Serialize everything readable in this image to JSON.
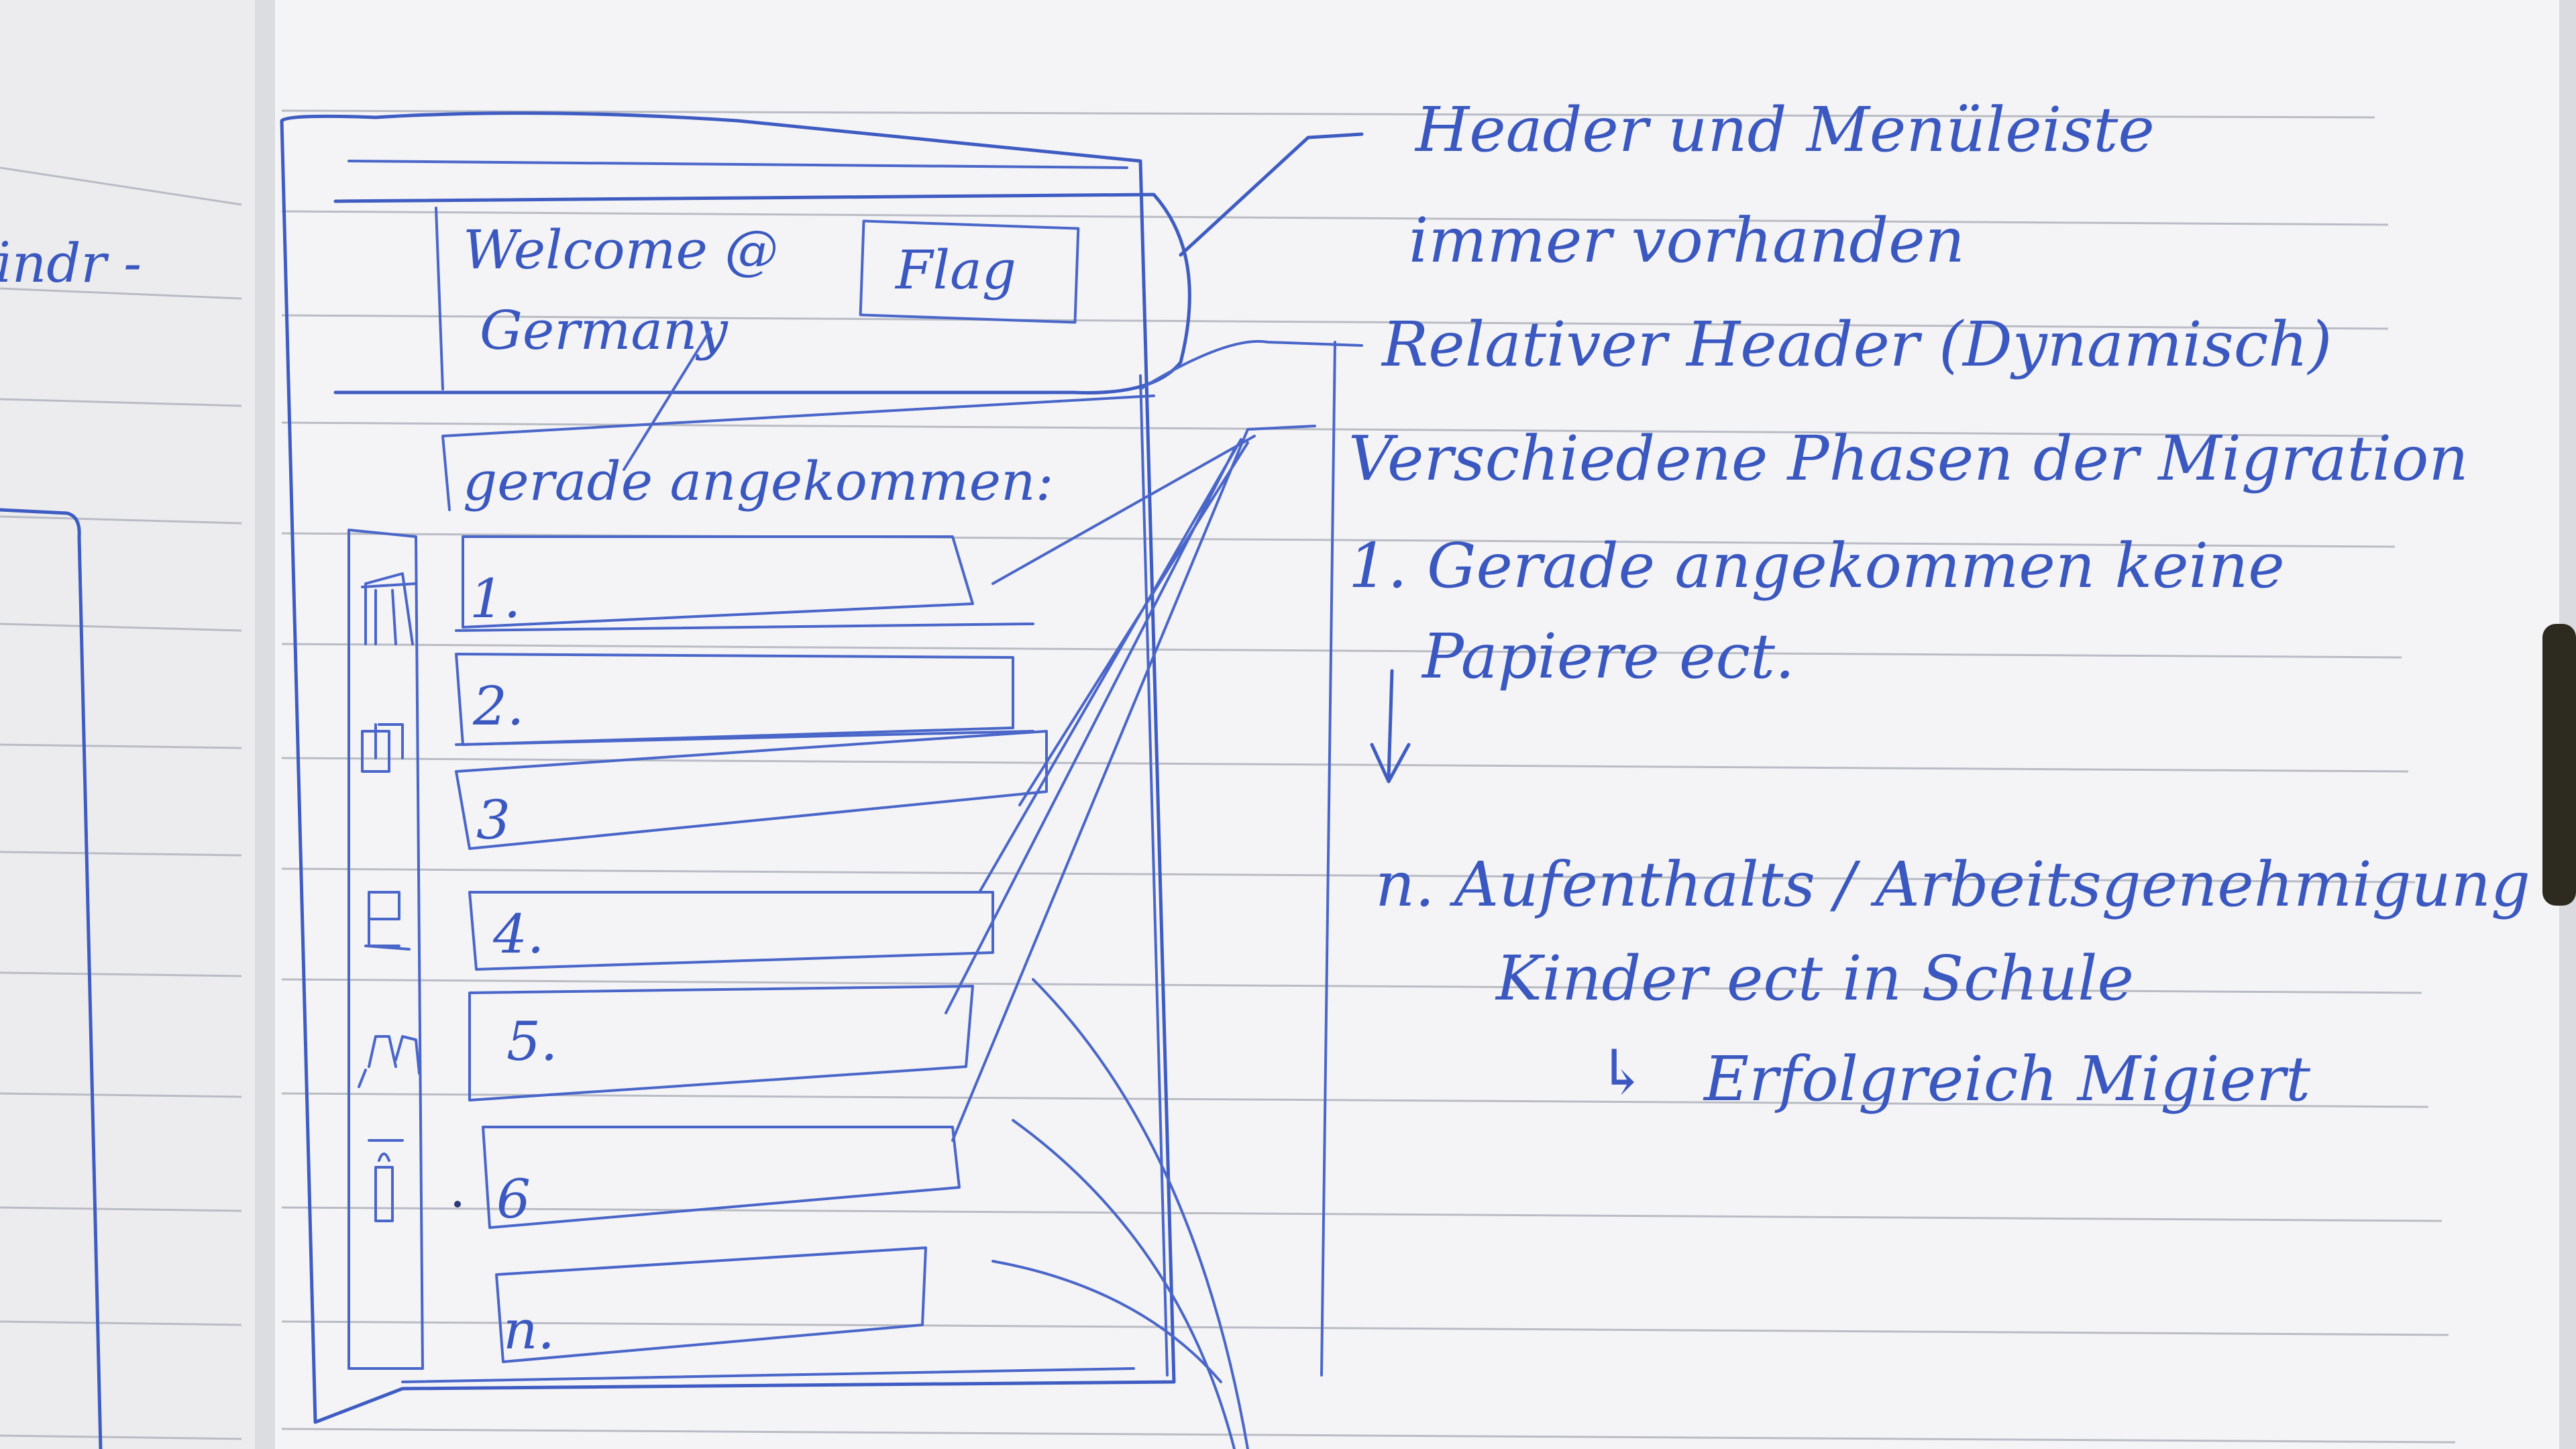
{
  "left_page": {
    "fragment_text": "ändr -"
  },
  "wireframe": {
    "header": {
      "welcome_line1": "Welcome @",
      "welcome_line2": "Germany",
      "flag_label": "Flag"
    },
    "relative_header_text": "gerade angekommen:",
    "phase_items": [
      "1.",
      "2.",
      "3",
      "4.",
      "5.",
      "6",
      "n."
    ],
    "sidebar_icons": [
      "building-icon",
      "documents-icon",
      "stack-icon",
      "family-icon",
      "person-icon"
    ]
  },
  "notes": {
    "header_note_line1": "Header und Menüleiste",
    "header_note_line2": "immer vorhanden",
    "relative_header_note": "Relativer Header (Dynamisch)",
    "phases_note": "Verschiedene Phasen der Migration",
    "phase1_line1": "1. Gerade angekommen keine",
    "phase1_line2": "Papiere ect.",
    "phaseN_line1": "n. Aufenthalts / Arbeitsgenehmigung",
    "phaseN_line2": "Kinder ect in Schule",
    "success_arrow": "↳",
    "success_text": "Erfolgreich Migiert"
  },
  "colors": {
    "ink": "#3f5cc2",
    "paper": "#f4f4f6",
    "rule_line": "#b9bcc4"
  }
}
